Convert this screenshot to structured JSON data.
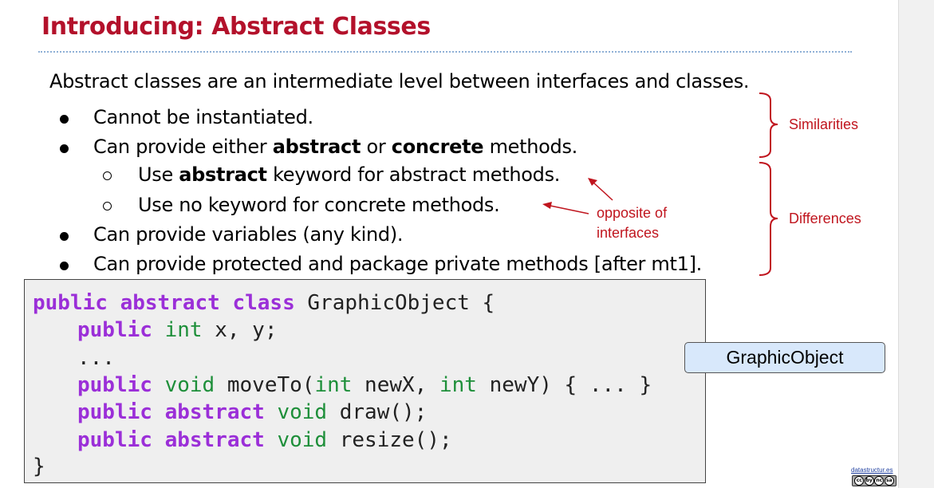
{
  "slide": {
    "title": "Introducing: Abstract Classes",
    "intro": "Abstract classes are an intermediate level between interfaces and classes.",
    "bullets": {
      "b1": "Cannot be instantiated.",
      "b2_pre": "Can provide either ",
      "b2_bold1": "abstract",
      "b2_mid": " or ",
      "b2_bold2": "concrete",
      "b2_post": " methods.",
      "s1_pre": "Use ",
      "s1_bold": "abstract",
      "s1_post": " keyword for abstract methods.",
      "s2": "Use no keyword for concrete methods.",
      "b3": "Can provide variables (any kind).",
      "b4": "Can provide protected and package private methods [after mt1]."
    },
    "annotations": {
      "similarities": "Similarities",
      "differences": "Differences",
      "opposite_line1": "opposite of",
      "opposite_line2": "interfaces"
    },
    "code": {
      "l1_kw1": "public",
      "l1_kw2": "abstract",
      "l1_kw3": "class",
      "l1_rest": " GraphicObject {",
      "l2_kw": "public",
      "l2_ty": "int",
      "l2_rest": " x, y;",
      "l3": "...",
      "l4_kw": "public",
      "l4_ty1": "void",
      "l4_mid1": " moveTo(",
      "l4_ty2": "int",
      "l4_mid2": " newX, ",
      "l4_ty3": "int",
      "l4_rest": " newY) { ... }",
      "l5_kw1": "public",
      "l5_kw2": "abstract",
      "l5_ty": "void",
      "l5_rest": " draw();",
      "l6_kw1": "public",
      "l6_kw2": "abstract",
      "l6_ty": "void",
      "l6_rest": " resize();",
      "l7": "}"
    },
    "diagram_box": "GraphicObject",
    "footer_site": "datastructur.es",
    "cc_icons": [
      "cc",
      "by",
      "nc",
      "sa"
    ],
    "colors": {
      "title": "#b3112b",
      "annotation": "#c0151e",
      "keyword": "#9b2fd8",
      "type": "#1e8f3a",
      "diagram_fill": "#d8e8fb"
    }
  }
}
